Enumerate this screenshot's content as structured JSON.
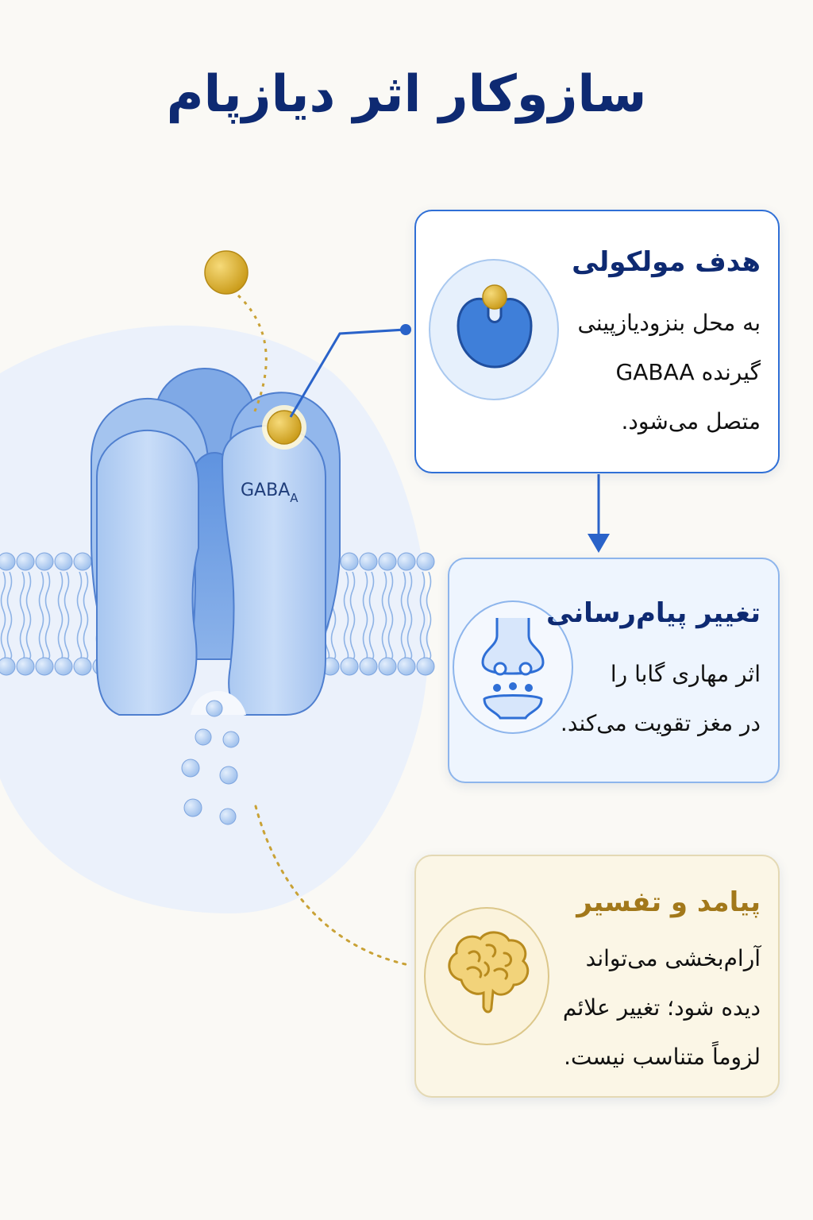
{
  "title": "سازوکار اثر دیازپام",
  "diagram": {
    "receptor_label_main": "GABA",
    "receptor_label_sub": "A"
  },
  "cards": [
    {
      "title": "هدف مولکولی",
      "lines": [
        "به محل بنزودیازپینی",
        "گیرنده GABAA",
        "متصل می‌شود."
      ],
      "icon": "receptor-binding-icon"
    },
    {
      "title": "تغییر پیام‌رسانی",
      "lines": [
        "اثر مهاری گابا را",
        "در مغز تقویت می‌کند."
      ],
      "icon": "synapse-icon"
    },
    {
      "title": "پیامد و تفسیر",
      "lines": [
        "آرام‌بخشی می‌تواند",
        "دیده شود؛ تغییر علائم",
        "لزوماً متناسب نیست."
      ],
      "icon": "brain-icon"
    }
  ],
  "colors": {
    "navy": "#0e2a72",
    "blue_accent": "#2f6fd6",
    "receptor_light": "#b9d3f5",
    "receptor_mid": "#7eaae8",
    "gold": "#d8ad2b",
    "gold_text": "#a2781a"
  }
}
